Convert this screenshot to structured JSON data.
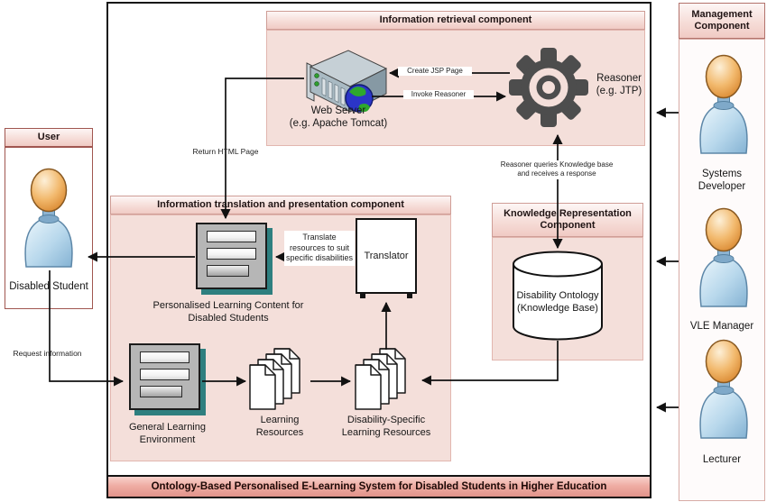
{
  "system": {
    "title": "Ontology-Based Personalised E-Learning System for Disabled Students in Higher Education"
  },
  "user_box": {
    "title": "User",
    "actor": "Disabled Student"
  },
  "management": {
    "title": "Management Component",
    "actors": [
      "Systems Developer",
      "VLE Manager",
      "Lecturer"
    ]
  },
  "retrieval": {
    "title": "Information retrieval component",
    "web_server": "Web Server",
    "web_server_sub": "(e.g. Apache Tomcat)",
    "reasoner": "Reasoner",
    "reasoner_sub": "(e.g. JTP)"
  },
  "translation": {
    "title": "Information translation  and presentation component",
    "personalised": "Personalised Learning Content for Disabled Students",
    "translator": "Translator",
    "general": "General Learning Environment",
    "learning": "Learning Resources",
    "disability": "Disability-Specific Learning Resources"
  },
  "knowledge": {
    "title": "Knowledge Representation Component",
    "db": "Disability Ontology (Knowledge Base)"
  },
  "labels": {
    "create_jsp": "Create JSP Page",
    "invoke_reasoner": "Invoke Reasoner",
    "return_html": "Return HTML Page",
    "reasoner_queries": "Reasoner queries Knowledge base and receives a response",
    "request_info": "Request information",
    "translate": "Translate resources to suit specific disabilities"
  },
  "colors": {
    "component_fill": "#f4dfda",
    "header_fill": "#f0cac4",
    "header_border": "#cf9d96",
    "title_bar_fill": "#e1938a",
    "gear_gray": "#4d4d4d",
    "icon_shadow_teal": "#2e7f7f",
    "person_body_blue": "#b8d8ec",
    "person_head_tan": "#f0b469"
  }
}
